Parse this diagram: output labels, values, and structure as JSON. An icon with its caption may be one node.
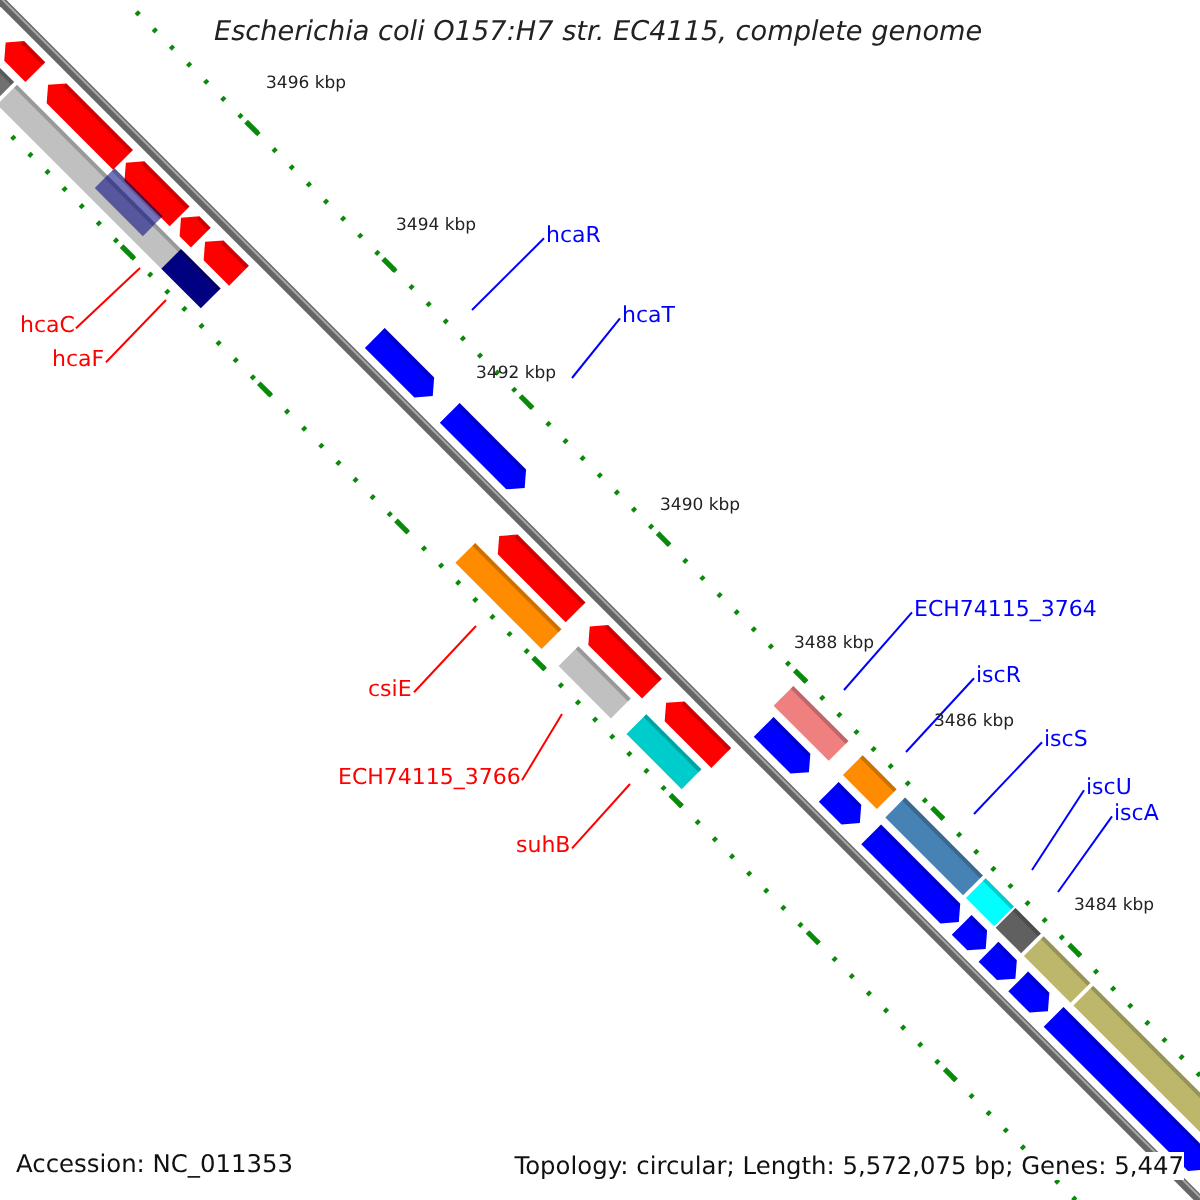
{
  "diagram": {
    "title": "Escherichia coli O157:H7 str. EC4115, complete genome",
    "nodes": [
      {
        "text": [
          "hcaR"
        ]
      },
      {
        "text": [
          "hcaT"
        ]
      },
      {
        "text": [
          "hcaC"
        ]
      },
      {
        "text": [
          "hcaF"
        ]
      },
      {
        "text": [
          "ECH74115_3764"
        ]
      },
      {
        "text": [
          "iscR"
        ]
      },
      {
        "text": [
          "csiE"
        ]
      },
      {
        "text": [
          "iscS"
        ]
      },
      {
        "text": [
          "ECH74115_3766"
        ]
      },
      {
        "text": [
          "iscU"
        ]
      },
      {
        "text": [
          "iscA"
        ]
      },
      {
        "text": [
          "suhB"
        ]
      }
    ],
    "edges": [
      {
        "from": 0,
        "to": null,
        "arrow": "none"
      },
      {
        "from": 1,
        "to": null,
        "arrow": "none"
      },
      {
        "from": 2,
        "to": null,
        "arrow": "none",
        "color": "#ff0000"
      },
      {
        "from": 3,
        "to": null,
        "arrow": "none",
        "color": "#ff0000"
      },
      {
        "from": 4,
        "to": null,
        "arrow": "none"
      },
      {
        "from": 5,
        "to": null,
        "arrow": "none"
      },
      {
        "from": 6,
        "to": null,
        "arrow": "none",
        "color": "#ff0000"
      },
      {
        "from": 7,
        "to": null,
        "arrow": "none"
      },
      {
        "from": 8,
        "to": null,
        "arrow": "none",
        "color": "#ff0000"
      },
      {
        "from": 9,
        "to": null,
        "arrow": "none"
      },
      {
        "from": 10,
        "to": null,
        "arrow": "none"
      },
      {
        "from": 11,
        "to": null,
        "arrow": "none",
        "color": "#ff0000"
      }
    ],
    "labels": [
      "3496 kbp",
      "3494 kbp",
      "3492 kbp",
      "3490 kbp",
      "3488 kbp",
      "3486 kbp",
      "3484 kbp",
      "Accession: NC_011353",
      "Topology: circular; Length: 5,572,075 bp; Genes: 5,447"
    ]
  }
}
